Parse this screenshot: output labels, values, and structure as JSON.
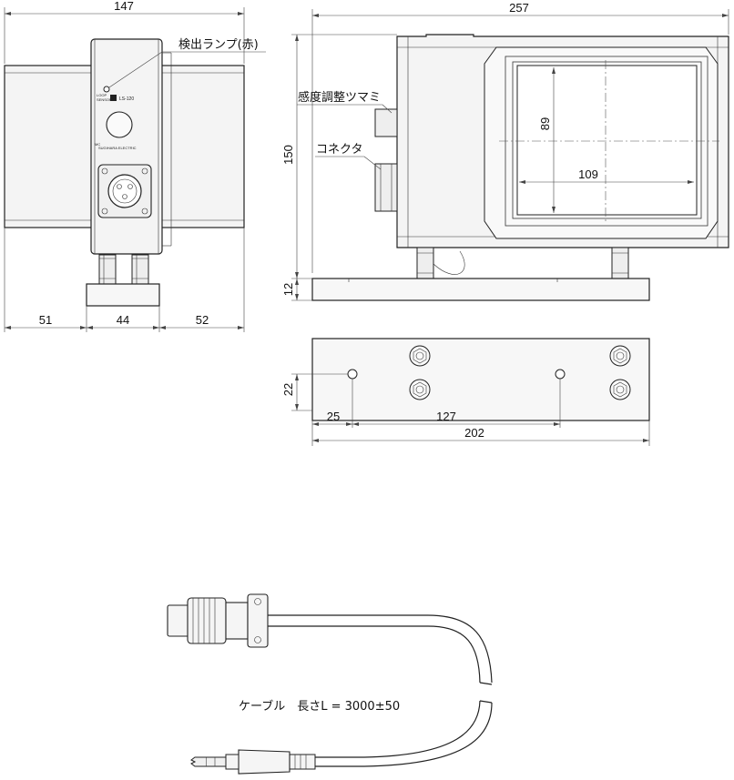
{
  "dimensions": {
    "front_width": "147",
    "side_width": "257",
    "height": "150",
    "base_thickness": "12",
    "front_left": "51",
    "front_mid": "44",
    "front_right": "52",
    "window_height": "89",
    "window_width": "109",
    "hole_offset_y": "22",
    "hole_offset_x": "25",
    "hole_pitch": "127",
    "base_length": "202"
  },
  "labels": {
    "lamp": "検出ランプ(赤)",
    "sensitivity": "感度調整ツマミ",
    "connector": "コネクタ",
    "cable": "ケーブル　長さL = 3000±50"
  },
  "panel": {
    "loop": "LOOP",
    "sensor": "SENSOR",
    "model": "LS-120",
    "maker_short": "MC",
    "maker": "SUGIHARA ELECTRIC"
  }
}
